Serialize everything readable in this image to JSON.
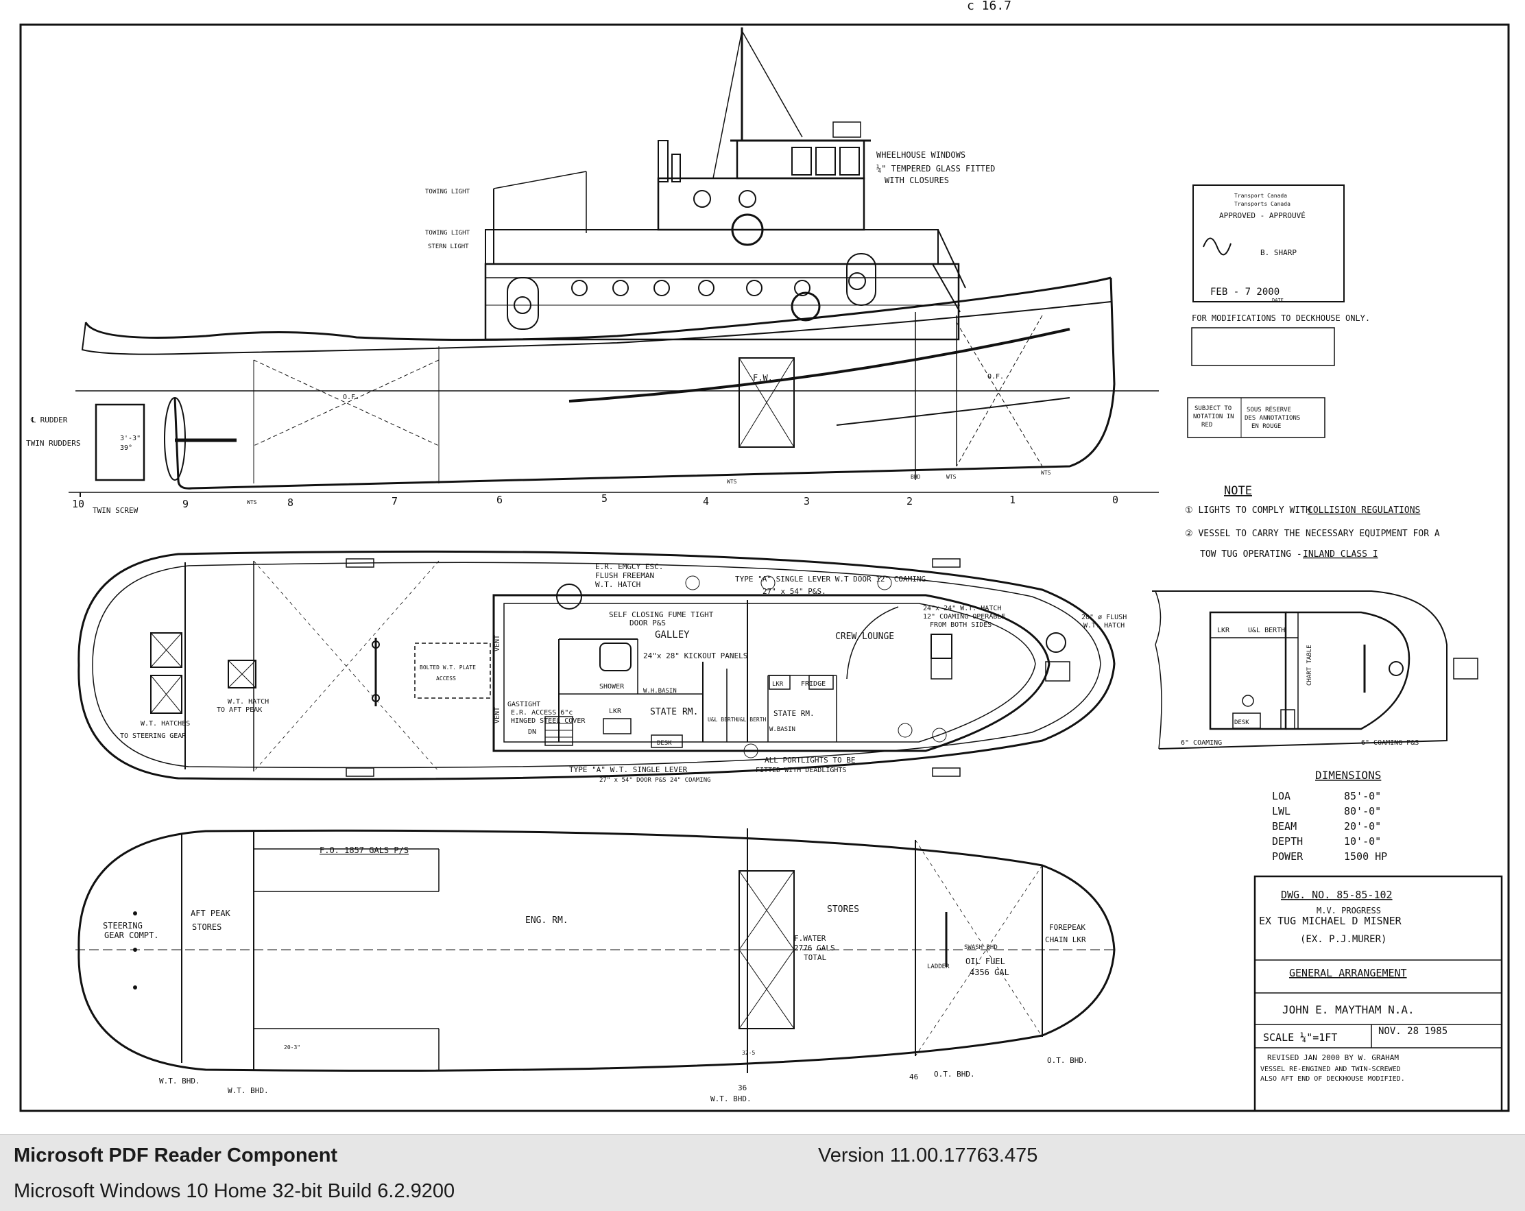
{
  "drawing": {
    "top_scribble": "c 16.7",
    "towing_light_1": "TOWING LIGHT",
    "towing_light_2": "TOWING LIGHT",
    "stern_light": "STERN LIGHT",
    "wheelhouse_note_1": "WHEELHOUSE WINDOWS",
    "wheelhouse_note_2": "¼\" TEMPERED GLASS FITTED",
    "wheelhouse_note_3": "WITH CLOSURES",
    "fw_tank": "F.W.",
    "of_aft": "O.F.",
    "of_fwd": "O.F.",
    "rudder_label": "℄ RUDDER",
    "twin_rudders_label": "TWIN RUDDERS",
    "twin_screw_label": "TWIN SCREW",
    "prop_dim": "3'-3\"",
    "prop_pitch": "39°",
    "wts_1": "WTS",
    "wts_2": "WTS",
    "wts_3": "WTS",
    "wts_4": "WTS",
    "bhd_label": "BHD",
    "stations": [
      "10",
      "9",
      "8",
      "7",
      "6",
      "5",
      "4",
      "3",
      "2",
      "1",
      "0"
    ],
    "stamp": {
      "agency_en": "Transport Canada",
      "agency_fr": "Transports Canada",
      "approved": "APPROVED - APPROUVÉ",
      "signature": "B. SHARP",
      "date": "FEB - 7 2000",
      "date_caption": "DATE"
    },
    "modifications_note": "FOR MODIFICATIONS TO DECKHOUSE ONLY.",
    "notation_box_en_1": "SUBJECT TO",
    "notation_box_en_2": "NOTATION IN",
    "notation_box_en_3": "RED",
    "notation_box_fr_1": "SOUS RÉSERVE",
    "notation_box_fr_2": "DES ANNOTATIONS",
    "notation_box_fr_3": "EN ROUGE",
    "note_title": "NOTE",
    "note_1a": "① LIGHTS TO COMPLY WITH",
    "note_1b": "COLLISION REGULATIONS",
    "note_2a": "② VESSEL TO CARRY THE NECESSARY EQUIPMENT FOR A",
    "note_2b": "TOW TUG OPERATING -",
    "note_2c": "INLAND CLASS I",
    "deck_er_esc_1": "E.R. EMGCY ESC.",
    "deck_er_esc_2": "FLUSH FREEMAN",
    "deck_er_esc_3": "W.T. HATCH",
    "deck_self_closing_1": "SELF CLOSING FUME TIGHT",
    "deck_self_closing_2": "DOOR P&S",
    "deck_type_a_top": "TYPE \"A\" SINGLE LEVER W.T DOOR 12\" COAMING",
    "deck_type_a_top_2": "27\" x 54\" P&S.",
    "deck_galley": "GALLEY",
    "deck_kickout": "24\"x 28\" KICKOUT PANELS",
    "deck_crew_lounge": "CREW LOUNGE",
    "deck_hatch_24_1": "24\"x 24\" W.T. HATCH",
    "deck_hatch_24_2": "12\" COAMING OPERABLE",
    "deck_hatch_24_3": "FROM BOTH SIDES",
    "deck_flush_hatch_1": "20\" ø FLUSH",
    "deck_flush_hatch_2": "W.T. HATCH",
    "deck_bolted_1": "BOLTED W.T. PLATE",
    "deck_bolted_2": "ACCESS",
    "deck_wt_hatch_aft_1": "W.T. HATCH",
    "deck_wt_hatch_aft_2": "TO AFT PEAK",
    "deck_wt_hatches_1": "W.T. HATCHES",
    "deck_wt_hatches_2": "TO STEERING GEAR",
    "deck_vent_1": "VENT",
    "deck_vent_2": "VENT",
    "deck_shower": "SHOWER",
    "deck_whbasin": "W.H.BASIN",
    "deck_gastight_1": "GASTIGHT",
    "deck_gastight_2": "E.R. ACCESS 6\"c",
    "deck_gastight_3": "HINGED STEEL COVER",
    "deck_dn": "DN",
    "deck_lkr_1": "LKR",
    "deck_stateroom_1": "STATE RM.",
    "deck_desk_1": "DESK",
    "deck_uh_berth_1": "U&L BERTH",
    "deck_uh_berth_2": "U&L BERTH",
    "deck_lkr_2": "LKR",
    "deck_fridge": "FRIDGE",
    "deck_stateroom_2": "STATE RM.",
    "deck_whbasin_2": "W.BASIN",
    "deck_type_a_bottom_1": "TYPE \"A\" W.T. SINGLE LEVER",
    "deck_type_a_bottom_2": "27\" x 54\" DOOR P&S 24\" COAMING",
    "deck_portlights_1": "ALL PORTLIGHTS TO BE",
    "deck_portlights_2": "FITTED WITH DEADLIGHTS",
    "wh_lkr": "LKR",
    "wh_berth": "U&L BERTH",
    "wh_chart_table": "CHART TABLE",
    "wh_desk": "DESK",
    "wh_coaming_1": "6\" COAMING",
    "wh_coaming_2": "6\" COAMING P&S",
    "dims_title": "DIMENSIONS",
    "dims": [
      {
        "label": "LOA",
        "value": "85'-0\""
      },
      {
        "label": "LWL",
        "value": "80'-0\""
      },
      {
        "label": "BEAM",
        "value": "20'-0\""
      },
      {
        "label": "DEPTH",
        "value": "10'-0\""
      },
      {
        "label": "POWER",
        "value": "1500 HP"
      }
    ],
    "tank_fo": "F.O. 1857 GALS P/S",
    "tank_steering_1": "STEERING",
    "tank_steering_2": "GEAR COMPT.",
    "tank_aftpeak_1": "AFT PEAK",
    "tank_aftpeak_2": "STORES",
    "tank_engrm": "ENG. RM.",
    "tank_stores": "STORES",
    "tank_fwater_1": "F.WATER",
    "tank_fwater_2": "2776 GALS",
    "tank_fwater_3": "TOTAL",
    "tank_swash": "SWASH BHD",
    "tank_ladder": "LADDER",
    "tank_oilfuel_1": "OIL FUEL",
    "tank_oilfuel_2": "4356 GAL",
    "tank_forepeak_1": "FOREPEAK",
    "tank_forepeak_2": "CHAIN LKR",
    "tank_wtbhd_1": "W.T. BHD.",
    "tank_wtbhd_2": "W.T. BHD.",
    "tank_wtbhd_3": "W.T. BHD.",
    "tank_otbhd_1": "O.T. BHD.",
    "tank_otbhd_2": "O.T. BHD.",
    "tank_dim_1": "20-3\"",
    "tank_dim_2": "32-5",
    "tank_fr_36": "36",
    "tank_fr_46": "46",
    "title_dwg_no": "DWG. NO. 85-85-102",
    "title_mv": "M.V. PROGRESS",
    "title_ex_tug": "EX TUG MICHAEL D MISNER",
    "title_ex_murer": "(EX. P.J.MURER)",
    "title_general": "GENERAL ARRANGEMENT",
    "title_designer": "JOHN E. MAYTHAM N.A.",
    "title_scale": "SCALE ¼\"=1FT",
    "title_date": "NOV. 28 1985",
    "revision_1": "REVISED JAN 2000 BY  W. GRAHAM",
    "revision_2": "VESSEL RE-ENGINED AND TWIN-SCREWED",
    "revision_3": "ALSO AFT END OF DECKHOUSE MODIFIED."
  },
  "statusbar": {
    "product": "Microsoft PDF Reader Component",
    "version": "Version 11.00.17763.475",
    "os": "Microsoft Windows 10 Home 32-bit Build 6.2.9200"
  }
}
